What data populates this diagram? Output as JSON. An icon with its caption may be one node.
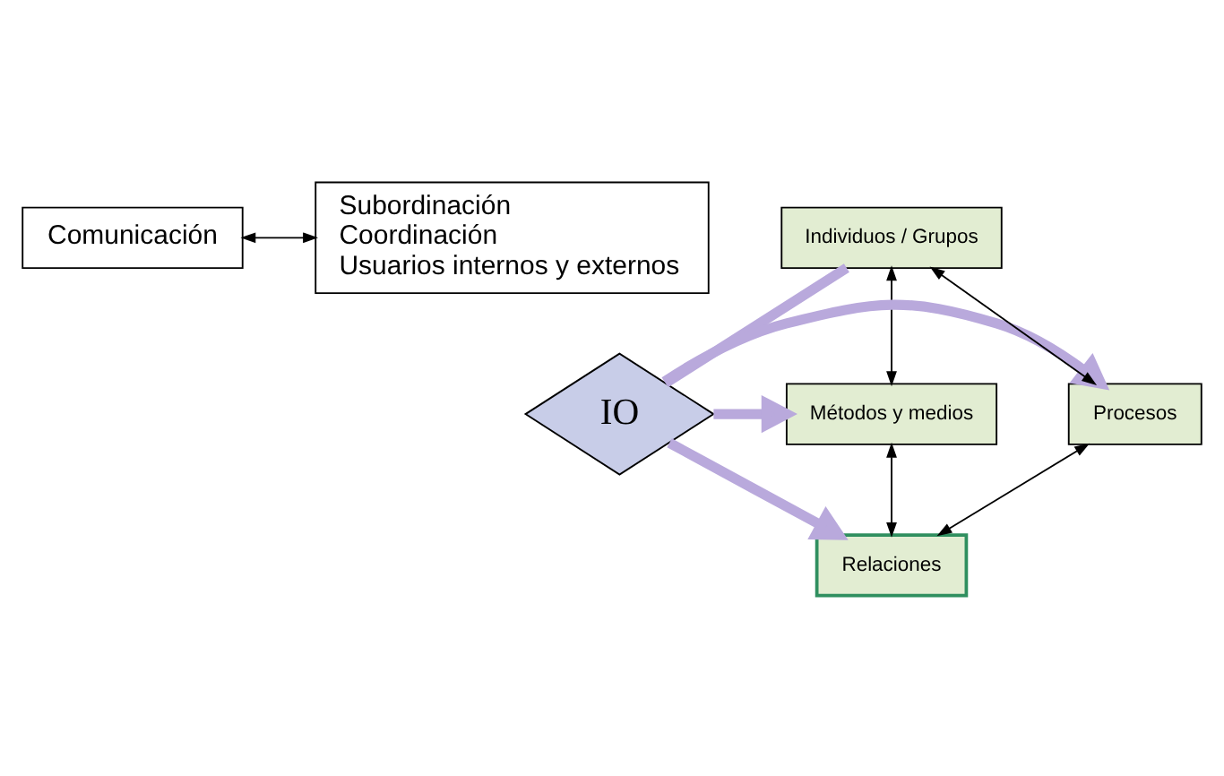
{
  "diagram": {
    "nodes": [
      {
        "text": [
          "Comunicación"
        ]
      },
      {
        "text": [
          "Subordinación",
          "Coordinación",
          "Usuarios internos y externos"
        ]
      },
      {
        "text": [
          "Individuos / Grupos"
        ]
      },
      {
        "text": [
          "IO"
        ]
      },
      {
        "text": [
          "Procesos"
        ]
      },
      {
        "text": [
          "Métodos y medios"
        ]
      },
      {
        "text": [
          "Relaciones"
        ]
      }
    ],
    "edges": [
      {
        "from": 0,
        "to": 1,
        "arrow": "both"
      },
      {
        "from": 4,
        "to": 2,
        "arrow": "both"
      },
      {
        "from": 2,
        "to": 5,
        "arrow": "both"
      },
      {
        "from": 3,
        "to": 2,
        "arrow": "none",
        "style": "thick",
        "color": "#b9a9dc"
      },
      {
        "from": 3,
        "to": 4,
        "arrow": "to",
        "style": "thick",
        "color": "#b9a9dc"
      },
      {
        "from": 3,
        "to": 5,
        "arrow": "to",
        "style": "thick",
        "color": "#b9a9dc"
      },
      {
        "from": 3,
        "to": 6,
        "arrow": "to",
        "style": "thick",
        "color": "#b9a9dc"
      },
      {
        "from": 6,
        "to": 4,
        "arrow": "both"
      },
      {
        "from": 5,
        "to": 6,
        "arrow": "both"
      }
    ]
  }
}
